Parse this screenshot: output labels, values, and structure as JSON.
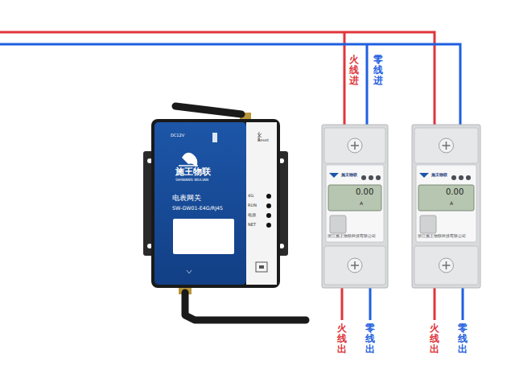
{
  "diagram": {
    "nodes": [
      {
        "text": [
          "DC12V",
          "施王物联",
          "SHIWANG WULIAN",
          "电表网关",
          "SW-GW01-E4G/RJ45",
          "Reset",
          "4G",
          "RUN",
          "电源",
          "NET"
        ]
      },
      {
        "text": [
          "施王物联",
          "0.00",
          "A",
          "浙江施王物联科技有限公司"
        ]
      },
      {
        "text": [
          "施王物联",
          "0.00",
          "A",
          "浙江施王物联科技有限公司"
        ]
      }
    ],
    "labels": [
      "火线进",
      "零线进",
      "火线出",
      "零线出",
      "火线出",
      "零线出"
    ]
  }
}
